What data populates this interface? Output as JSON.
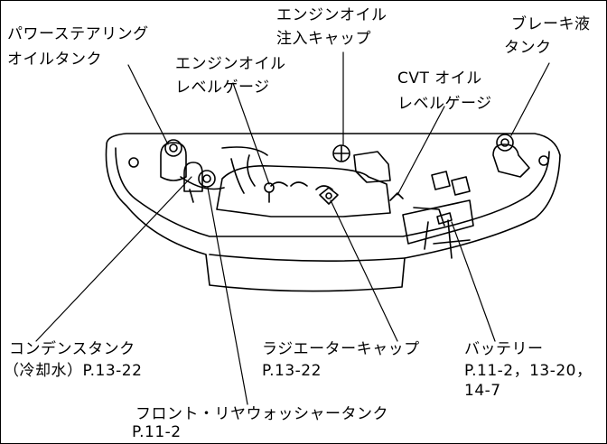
{
  "labels": {
    "power_steering": {
      "lines": [
        "パワーステアリング",
        "オイルタンク"
      ]
    },
    "oil_filler_cap": {
      "lines": [
        "エンジンオイル",
        "注入キャップ"
      ]
    },
    "brake_reservoir": {
      "lines": [
        "ブレーキ液",
        "タンク"
      ]
    },
    "oil_dipstick": {
      "lines": [
        "エンジンオイル",
        "レベルゲージ"
      ]
    },
    "cvt_dipstick": {
      "lines": [
        "CVT オイル",
        "レベルゲージ"
      ]
    },
    "coolant_reservoir": {
      "lines": [
        "コンデンスタンク",
        "（冷却水）P.13-22"
      ]
    },
    "radiator_cap": {
      "lines": [
        "ラジエーターキャップ",
        "P.13-22"
      ]
    },
    "battery": {
      "lines": [
        "バッテリー",
        "P.11-2，13-20，",
        "14-7"
      ]
    },
    "washer_reservoir": {
      "lines": [
        "フロント・リヤウォッシャータンク",
        "P.11-2"
      ]
    }
  }
}
